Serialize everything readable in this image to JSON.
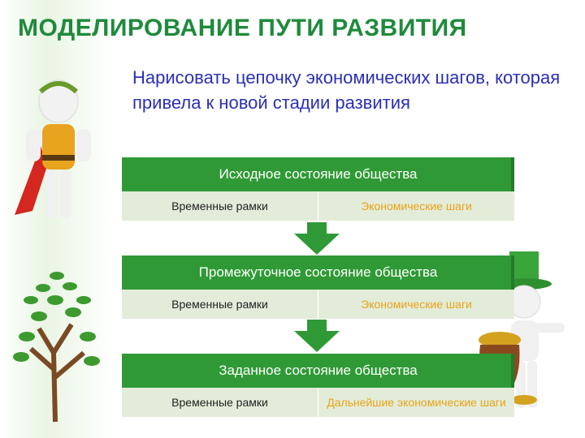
{
  "title": "МОДЕЛИРОВАНИЕ ПУТИ РАЗВИТИЯ",
  "subtitle": "Нарисовать цепочку экономических шагов, которая привела к новой стадии развития",
  "colors": {
    "accent_green": "#2f9a35",
    "title_green": "#1f8a3c",
    "subtitle_blue": "#2a2fb8",
    "step_orange": "#e8a317",
    "row_bg": "#e3ecd9"
  },
  "blocks": [
    {
      "header": "Исходное состояние общества",
      "left": "Временные рамки",
      "right": "Экономические шаги"
    },
    {
      "header": "Промежуточное состояние общества",
      "left": "Временные рамки",
      "right": "Экономические шаги"
    },
    {
      "header": "Заданное состояние общества",
      "left": "Временные рамки",
      "right": "Дальнейшие экономические шаги"
    }
  ],
  "icons": [
    "down-arrow-icon",
    "caesar-figure-icon",
    "tree-icon",
    "leprechaun-figure-icon",
    "gold-pot-icon"
  ]
}
